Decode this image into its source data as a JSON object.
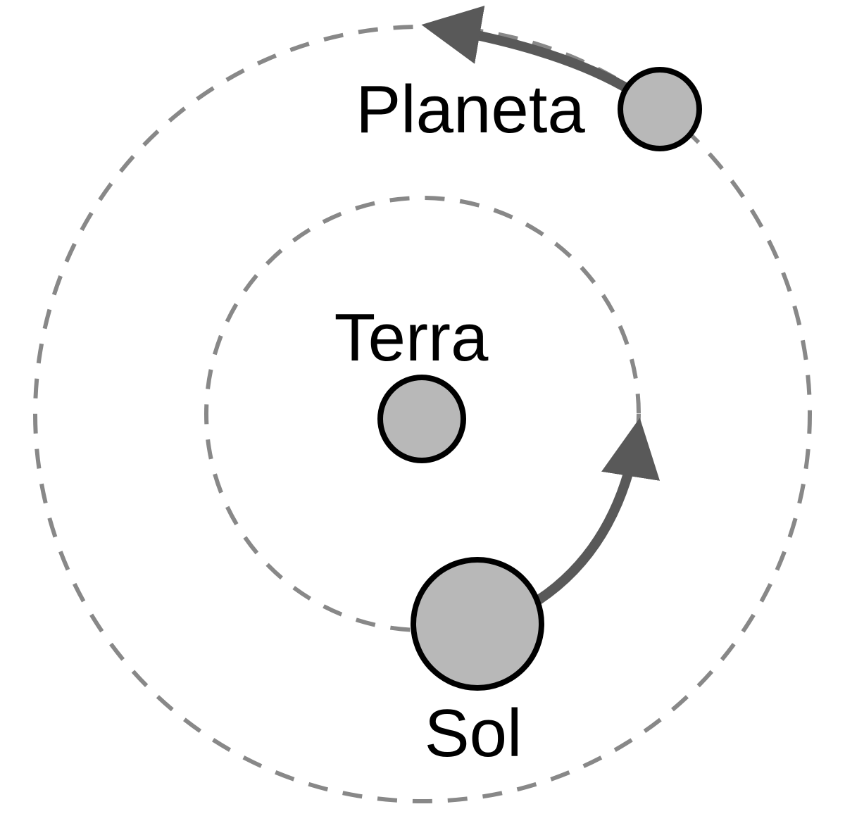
{
  "labels": {
    "planet": "Planeta",
    "earth": "Terra",
    "sun": "Sol"
  },
  "colors": {
    "orbit": "#888888",
    "body_fill": "#b8b8b8",
    "body_stroke": "#000000",
    "arrow": "#595959"
  }
}
